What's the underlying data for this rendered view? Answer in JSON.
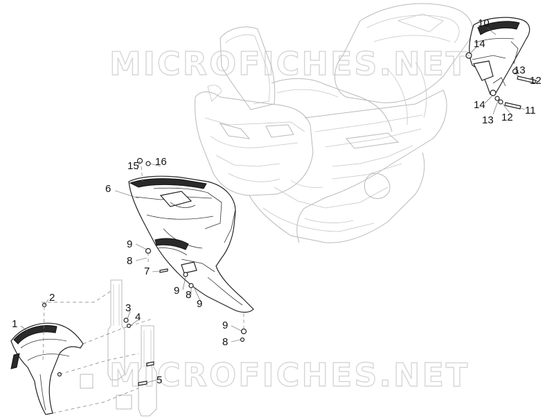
{
  "watermarks": [
    "MICROFICHES.NET",
    "MICROFICHES.NET"
  ],
  "callouts": [
    {
      "id": "c10",
      "text": "10"
    },
    {
      "id": "c14a",
      "text": "14"
    },
    {
      "id": "c13a",
      "text": "13"
    },
    {
      "id": "c12a",
      "text": "12"
    },
    {
      "id": "c14b",
      "text": "14"
    },
    {
      "id": "c11",
      "text": "11"
    },
    {
      "id": "c13b",
      "text": "13"
    },
    {
      "id": "c12b",
      "text": "12"
    },
    {
      "id": "c15",
      "text": "15"
    },
    {
      "id": "c16",
      "text": "16"
    },
    {
      "id": "c6",
      "text": "6"
    },
    {
      "id": "c9a",
      "text": "9"
    },
    {
      "id": "c8a",
      "text": "8"
    },
    {
      "id": "c7",
      "text": "7"
    },
    {
      "id": "c9b",
      "text": "9"
    },
    {
      "id": "c8b",
      "text": "8"
    },
    {
      "id": "c9c",
      "text": "9"
    },
    {
      "id": "c2",
      "text": "2"
    },
    {
      "id": "c3",
      "text": "3"
    },
    {
      "id": "c4",
      "text": "4"
    },
    {
      "id": "c1",
      "text": "1"
    },
    {
      "id": "c9d",
      "text": "9"
    },
    {
      "id": "c8c",
      "text": "8"
    },
    {
      "id": "c5",
      "text": "5"
    }
  ]
}
